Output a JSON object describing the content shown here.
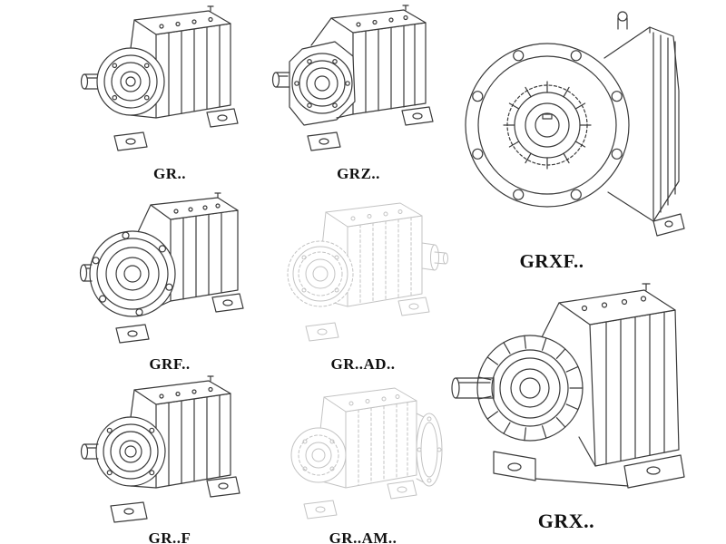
{
  "page": {
    "background": "#ffffff",
    "description_colors": {
      "line": "#3a3a3a",
      "light_line": "#c3c3c3",
      "label": "#111111"
    }
  },
  "figures": [
    {
      "id": "gr",
      "label": "GR.."
    },
    {
      "id": "grz",
      "label": "GRZ.."
    },
    {
      "id": "grxf",
      "label": "GRXF.."
    },
    {
      "id": "grf",
      "label": "GRF.."
    },
    {
      "id": "grad",
      "label": "GR..AD.."
    },
    {
      "id": "grdotf",
      "label": "GR..F"
    },
    {
      "id": "gram",
      "label": "GR..AM.."
    },
    {
      "id": "grx",
      "label": "GRX.."
    }
  ]
}
